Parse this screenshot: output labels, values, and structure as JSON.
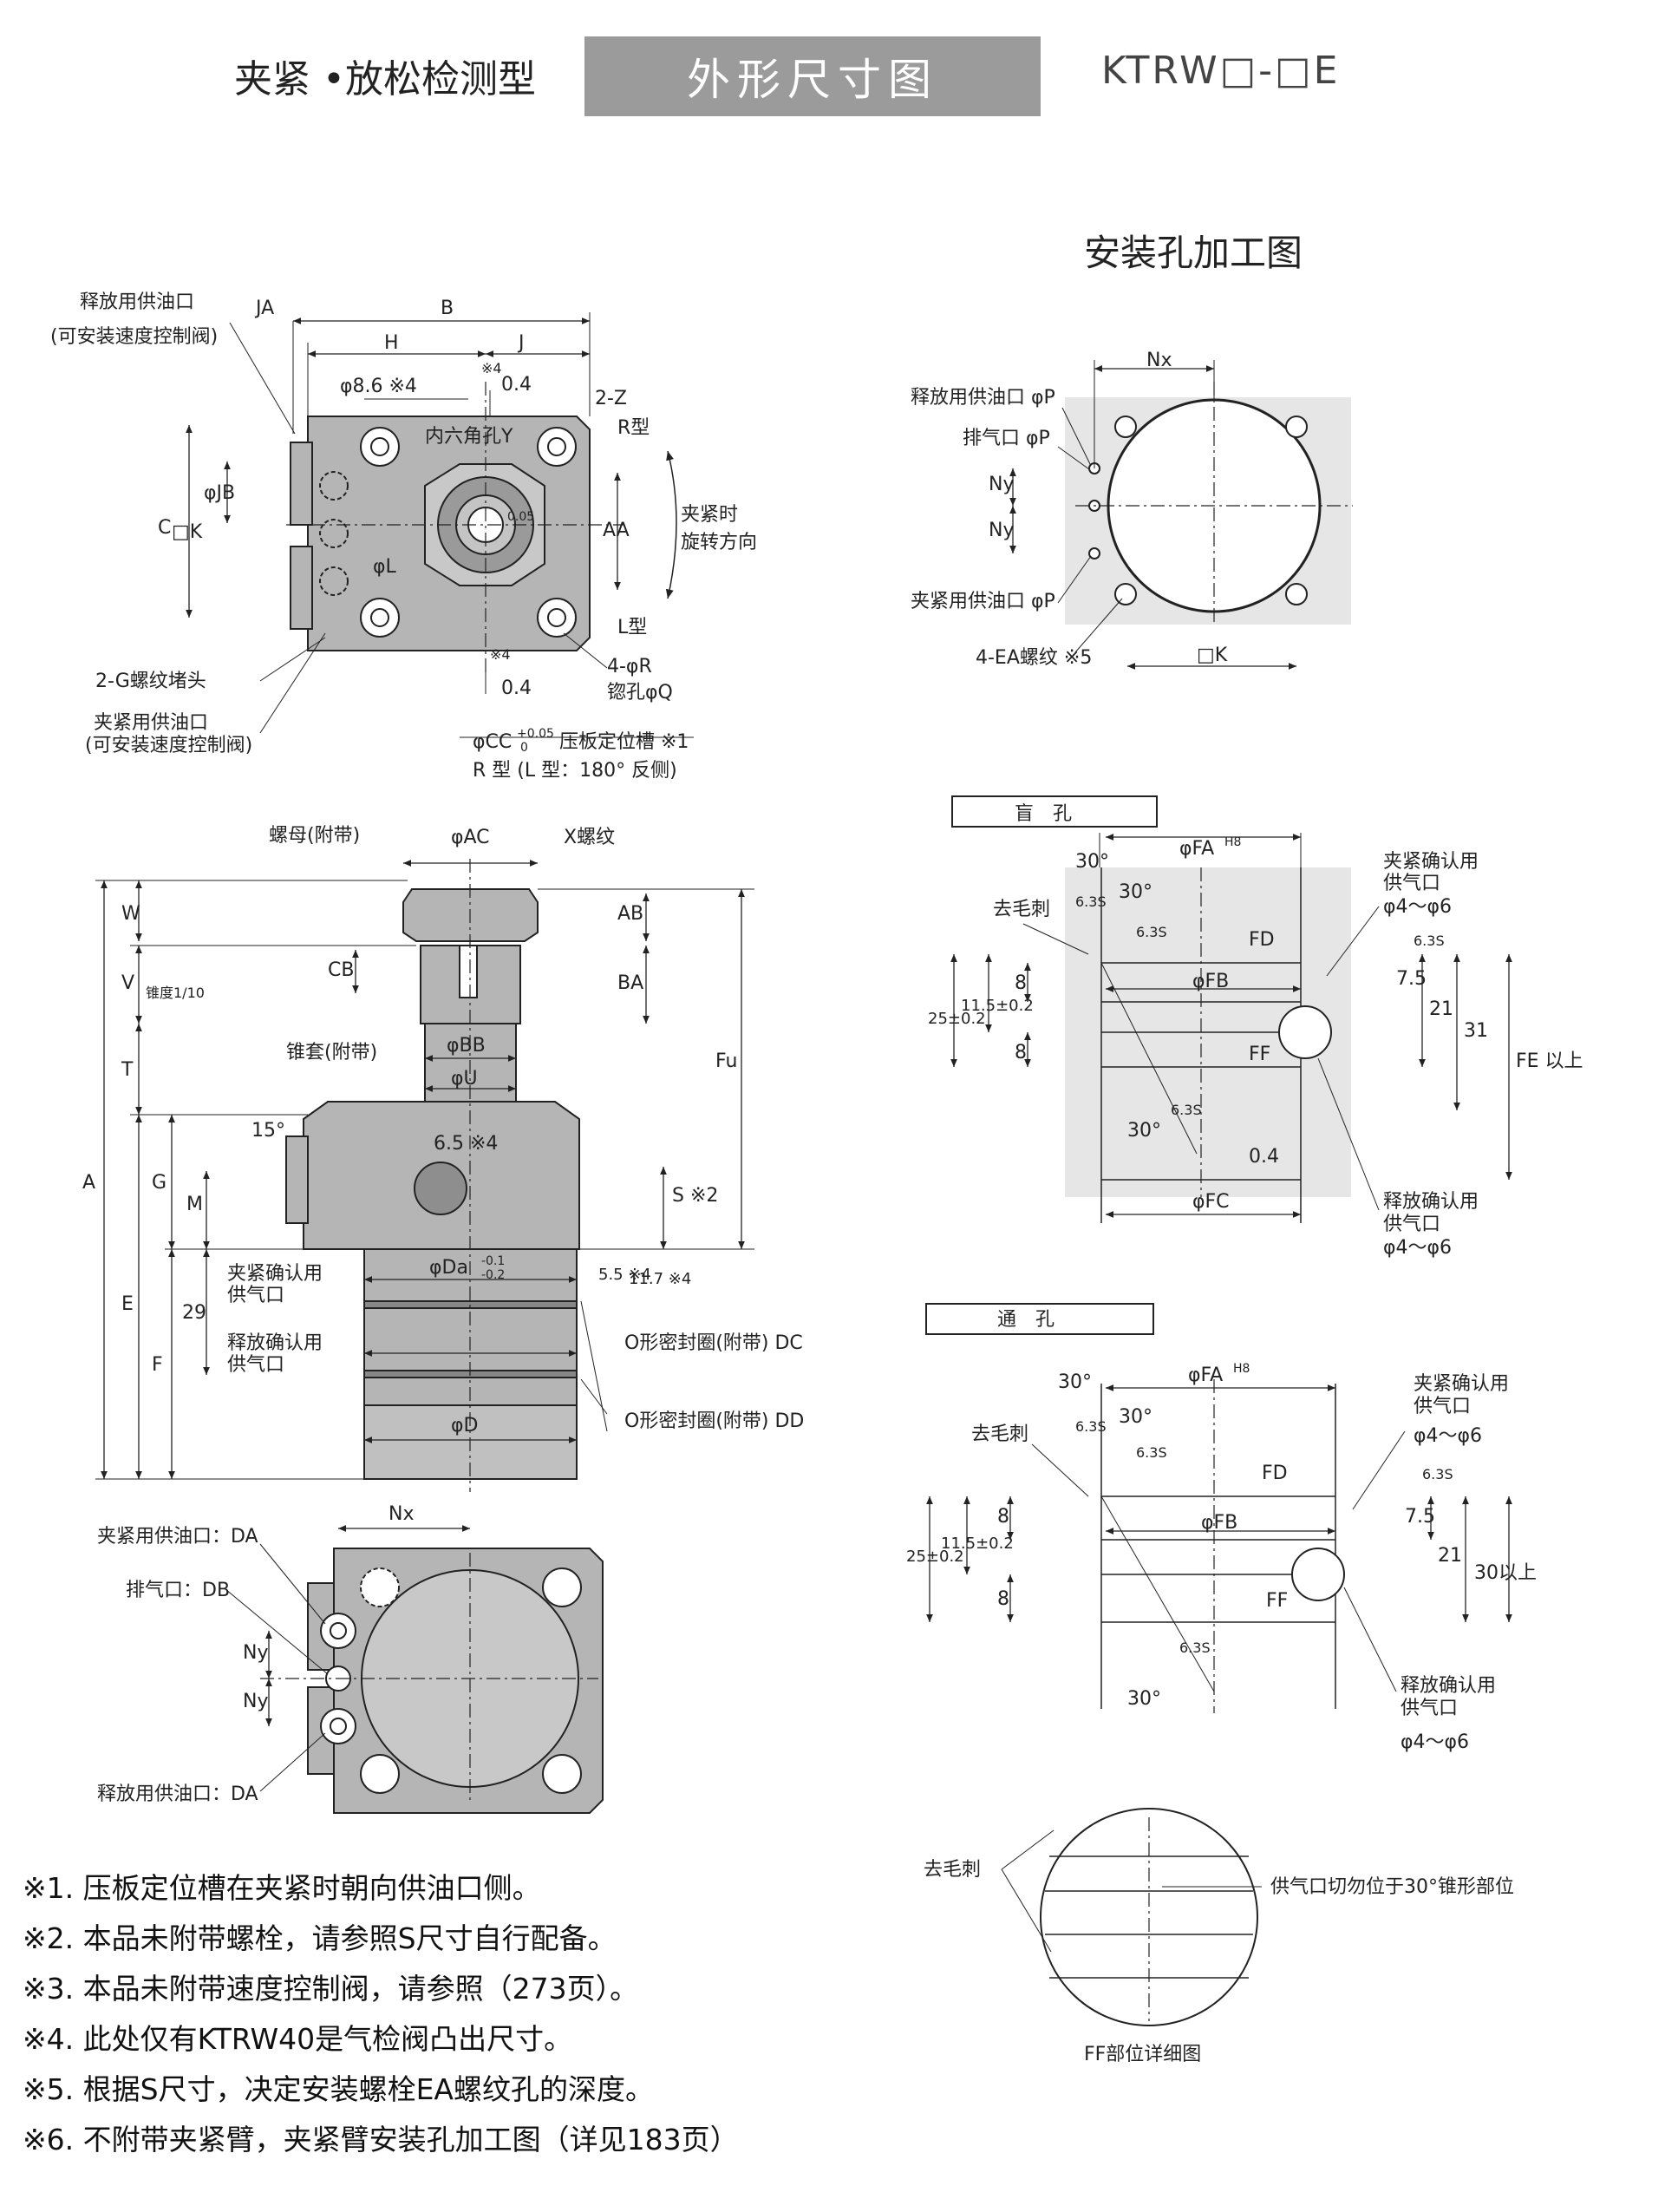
{
  "header": {
    "category": "夹紧 •放松检测型",
    "title": "外形尺寸图",
    "model": "KTRW□-□E"
  },
  "mount_title": "安装孔加工图",
  "top_view": {
    "labels": [
      "释放用供油口",
      "(可安装速度控制阀)",
      "JA",
      "B",
      "H",
      "J",
      "φ8.6 ※4",
      "※4",
      "0.4",
      "2-Z",
      "R型",
      "内六角孔Y",
      "φJB",
      "C",
      "□K",
      "AA",
      "夹紧时",
      "旋转方向",
      "0.05",
      "φL",
      "L型",
      "※4",
      "0.4",
      "4-φR",
      "锪孔φQ",
      "2-G螺纹堵头",
      "夹紧用供油口",
      "(可安装速度控制阀)",
      "φCC",
      "+0.05",
      "0",
      "压板定位槽 ※1",
      "R 型 (L 型：180° 反侧)"
    ]
  },
  "side_view": {
    "labels": [
      "螺母(附带)",
      "φAC",
      "X螺纹",
      "W",
      "AB",
      "CB",
      "BA",
      "V",
      "锥度1/10",
      "锥套(附带)",
      "φBB",
      "T",
      "φU",
      "Fu",
      "15°",
      "6.5 ※4",
      "A",
      "G",
      "M",
      "S ※2",
      "5.5 ※4",
      "11.7 ※4",
      "φDa",
      "-0.1",
      "-0.2",
      "夹紧确认用",
      "供气口",
      "29",
      "E",
      "释放确认用",
      "供气口",
      "O形密封圈(附带) DC",
      "F",
      "O形密封圈(附带) DD",
      "φD"
    ]
  },
  "bottom_view": {
    "labels": [
      "Nx",
      "夹紧用供油口：DA",
      "排气口：DB",
      "Ny",
      "Ny",
      "释放用供油口：DA"
    ]
  },
  "mount_view": {
    "labels": [
      "Nx",
      "释放用供油口 φP",
      "排气口 φP",
      "Ny",
      "Ny",
      "夹紧用供油口 φP",
      "4-EA螺纹 ※5",
      "□K"
    ]
  },
  "blind_hole": {
    "title": "盲　孔",
    "labels": [
      "30°",
      "φFA",
      "H8",
      "30°",
      "6.3S",
      "6.3S",
      "去毛刺",
      "夹紧确认用",
      "供气口",
      "φ4～φ6",
      "FD",
      "6.3S",
      "7.5",
      "25±0.2",
      "11.5±0.2",
      "8",
      "φFB",
      "21",
      "31",
      "8",
      "FF",
      "FE 以上",
      "6.3S",
      "30°",
      "0.4",
      "φFC",
      "释放确认用",
      "供气口",
      "φ4～φ6"
    ]
  },
  "through_hole": {
    "title": "通　孔",
    "labels": [
      "30°",
      "φFA",
      "H8",
      "30°",
      "6.3S",
      "6.3S",
      "去毛刺",
      "夹紧确认用",
      "供气口",
      "φ4～φ6",
      "FD",
      "6.3S",
      "7.5",
      "25±0.2",
      "11.5±0.2",
      "8",
      "φFB",
      "21",
      "30以上",
      "8",
      "FF",
      "6.3S",
      "30°",
      "释放确认用",
      "供气口",
      "φ4～φ6"
    ]
  },
  "ff_detail": {
    "labels": [
      "去毛刺",
      "供气口切勿位于30°锥形部位",
      "FF部位详细图"
    ]
  },
  "notes": [
    "※1. 压板定位槽在夹紧时朝向供油口侧。",
    "※2. 本品未附带螺栓，请参照S尺寸自行配备。",
    "※3. 本品未附带速度控制阀，请参照（273页）。",
    "※4. 此处仅有KTRW40是气检阀凸出尺寸。",
    "※5. 根据S尺寸，决定安装螺栓EA螺纹孔的深度。",
    "※6. 不附带夹紧臂，夹紧臂安装孔加工图（详见183页）"
  ],
  "colors": {
    "body": "#b5b5b5",
    "line": "#222222",
    "header_box": "#9b9b9b",
    "panel": "#e6e6e6"
  }
}
